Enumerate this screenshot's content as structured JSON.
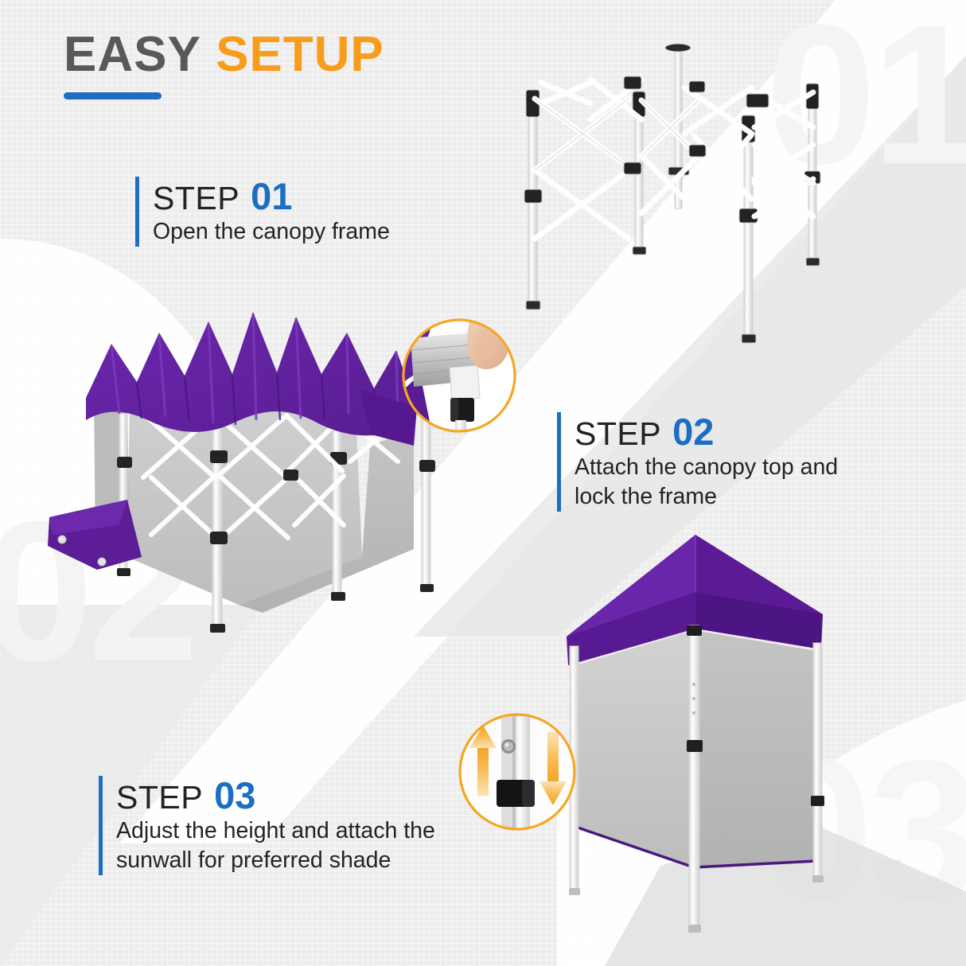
{
  "header": {
    "title_part1": "EASY",
    "title_part2": "SETUP",
    "accent_blue": "#1b6ec2",
    "accent_orange": "#f89c1c",
    "title_gray": "#59595b"
  },
  "steps": [
    {
      "label": "STEP",
      "number": "01",
      "desc_line1": "Open the canopy frame",
      "desc_line2": "",
      "watermark": "01"
    },
    {
      "label": "STEP",
      "number": "02",
      "desc_line1": "Attach the canopy top and",
      "desc_line2": "lock the frame",
      "watermark": "02"
    },
    {
      "label": "STEP",
      "number": "03",
      "desc_line1": "Adjust the height and attach the",
      "desc_line2": "sunwall for preferred shade",
      "watermark": "03"
    }
  ],
  "watermarks": {
    "one": "01",
    "two": "02",
    "three": "03"
  },
  "colors": {
    "canopy_purple": "#61219e",
    "canopy_purple_dark": "#4c1780",
    "sunwall_gray": "#c9c9c9",
    "frame_white": "#fdfdfd",
    "connector_black": "#1c1c1c",
    "inset_ring_orange": "#f5a623",
    "background_gray": "#ededed"
  },
  "illustrations": {
    "step1_image": "folding-canopy-frame-open",
    "step2_image": "canopy-top-draped-on-frame",
    "step2_inset": "hand-attaching-velcro-strap-inset",
    "step3_image": "assembled-canopy-with-sunwall",
    "step3_inset": "height-adjust-slider-with-up-down-arrows"
  }
}
